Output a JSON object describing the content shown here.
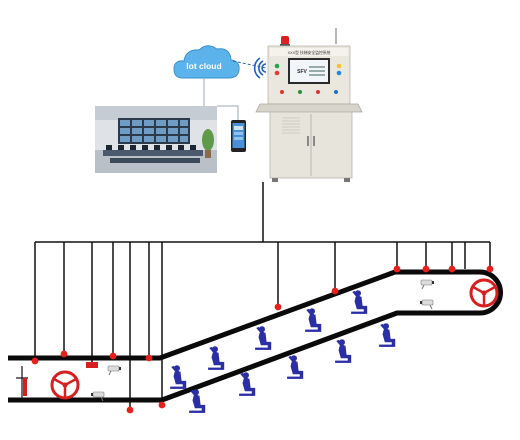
{
  "cloud": {
    "label": "Iot cloud"
  },
  "cabinet": {
    "panel_title": "XXX型 扶梯安全监控系统",
    "screen_text": "SFV",
    "indicator_colors": [
      "#1fa84a",
      "#e53935",
      "#fbc02d",
      "#1e88e5"
    ]
  },
  "colors": {
    "sensor_red": "#e8201c",
    "wire": "#111111",
    "belt": "#0a0a0a",
    "passenger": "#2b2fa6",
    "wheel": "#d62020",
    "cloud_blue": "#4aa3e0",
    "wifi_blue": "#1e5fb4"
  }
}
